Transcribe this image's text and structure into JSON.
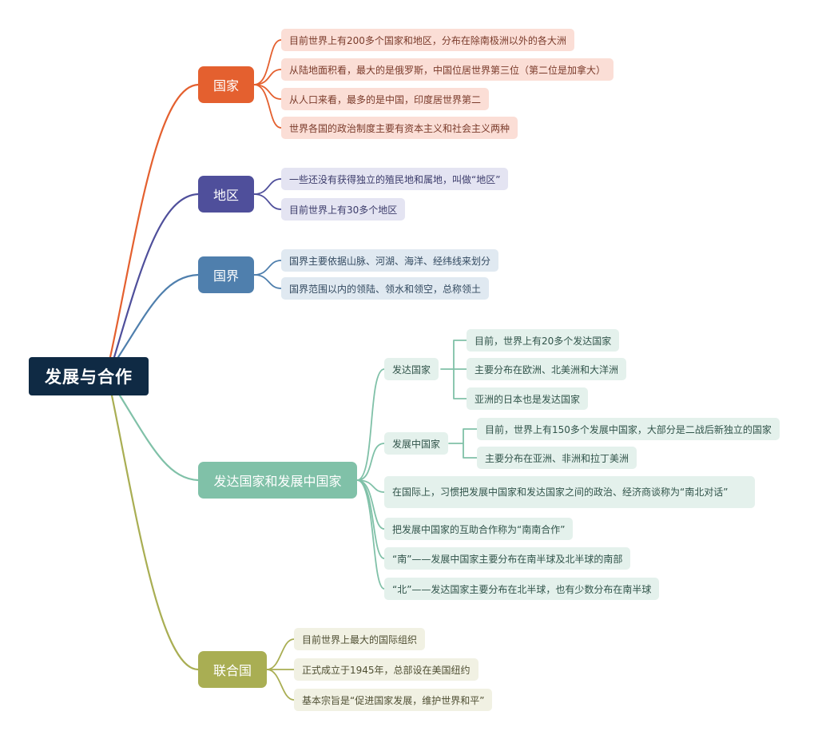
{
  "root": {
    "label": "发展与合作"
  },
  "colors": {
    "root": "#0f2a44",
    "guojia": "#e4602f",
    "diqu": "#4f4f9b",
    "guojie": "#4f7fad",
    "fada": "#80c1a8",
    "lianheguo": "#a9ae53"
  },
  "guojia": {
    "label": "国家",
    "items": [
      "目前世界上有200多个国家和地区，分布在除南极洲以外的各大洲",
      "从陆地面积看，最大的是俄罗斯，中国位居世界第三位（第二位是加拿大）",
      "从人口来看，最多的是中国，印度居世界第二",
      "世界各国的政治制度主要有资本主义和社会主义两种"
    ]
  },
  "diqu": {
    "label": "地区",
    "items": [
      "一些还没有获得独立的殖民地和属地，叫做“地区”",
      "目前世界上有30多个地区"
    ]
  },
  "guojie": {
    "label": "国界",
    "items": [
      "国界主要依据山脉、河湖、海洋、经纬线来划分",
      "国界范围以内的领陆、领水和领空，总称领土"
    ]
  },
  "fada": {
    "label": "发达国家和发展中国家",
    "developed": {
      "label": "发达国家",
      "items": [
        "目前，世界上有20多个发达国家",
        "主要分布在欧洲、北美洲和大洋洲",
        "亚洲的日本也是发达国家"
      ]
    },
    "developing": {
      "label": "发展中国家",
      "items": [
        "目前，世界上有150多个发展中国家，大部分是二战后新独立的国家",
        "主要分布在亚洲、非洲和拉丁美洲"
      ]
    },
    "items": [
      "在国际上，习惯把发展中国家和发达国家之间的政治、经济商谈称为“南北对话”",
      "把发展中国家的互助合作称为“南南合作”",
      "“南”——发展中国家主要分布在南半球及北半球的南部",
      "“北”——发达国家主要分布在北半球，也有少数分布在南半球"
    ]
  },
  "lianheguo": {
    "label": "联合国",
    "items": [
      "目前世界上最大的国际组织",
      "正式成立于1945年，总部设在美国纽约",
      "基本宗旨是“促进国家发展，维护世界和平”"
    ]
  }
}
